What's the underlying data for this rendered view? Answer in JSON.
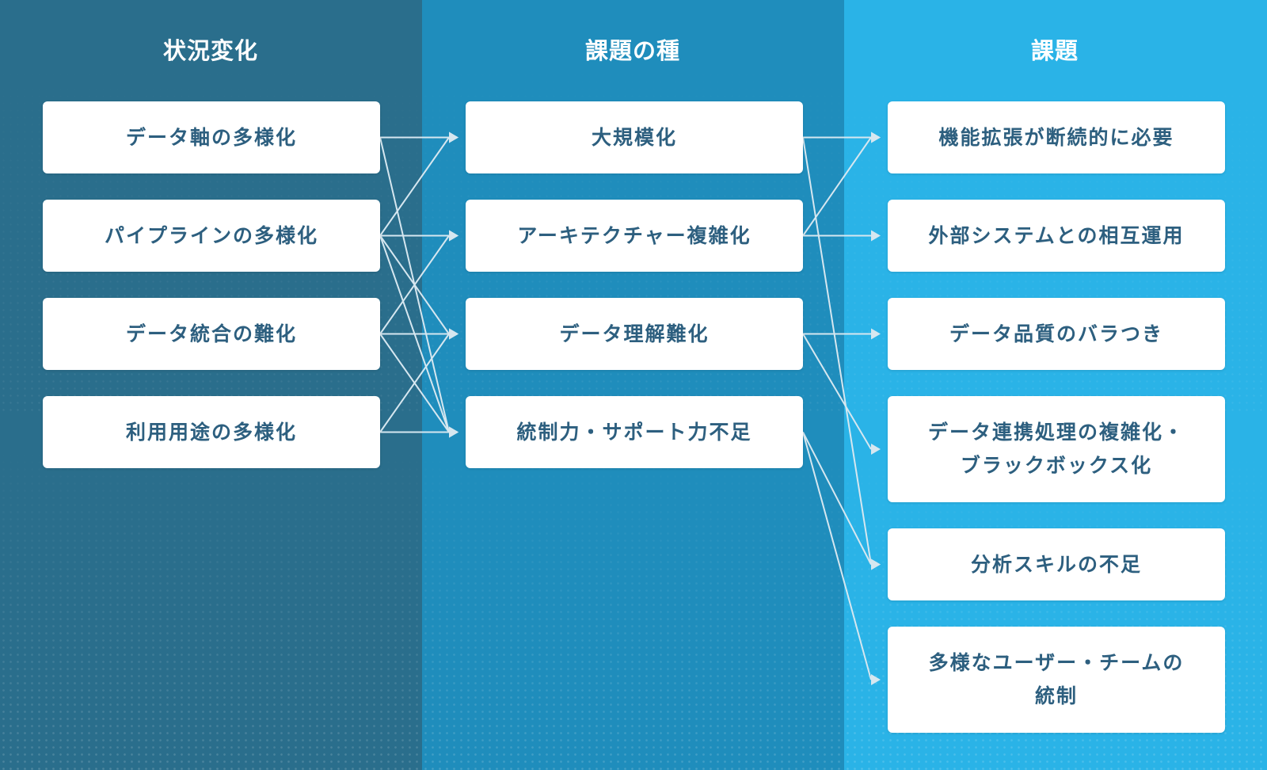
{
  "colors": {
    "column_1": "#2a6e8c",
    "column_2": "#1f8dbc",
    "column_3": "#2ab3e7",
    "card_text": "#2d5f7f",
    "connector": "#d6e7f0"
  },
  "columns": [
    {
      "title": "状況変化",
      "items": [
        "データ軸の多様化",
        "パイプラインの多様化",
        "データ統合の難化",
        "利用用途の多様化"
      ]
    },
    {
      "title": "課題の種",
      "items": [
        "大規模化",
        "アーキテクチャー複雑化",
        "データ理解難化",
        "統制力・サポート力不足"
      ]
    },
    {
      "title": "課題",
      "items": [
        "機能拡張が断続的に必要",
        "外部システムとの相互運用",
        "データ品質のバラつき",
        "データ連携処理の複雑化・\nブラックボックス化",
        "分析スキルの不足",
        "多様なユーザー・チームの\n統制"
      ]
    }
  ],
  "links_1_to_2": [
    [
      0,
      0
    ],
    [
      0,
      3
    ],
    [
      1,
      0
    ],
    [
      1,
      1
    ],
    [
      1,
      2
    ],
    [
      1,
      3
    ],
    [
      2,
      1
    ],
    [
      2,
      2
    ],
    [
      2,
      3
    ],
    [
      3,
      2
    ],
    [
      3,
      3
    ]
  ],
  "links_2_to_3": [
    [
      0,
      0
    ],
    [
      0,
      4
    ],
    [
      1,
      0
    ],
    [
      1,
      1
    ],
    [
      2,
      2
    ],
    [
      2,
      3
    ],
    [
      3,
      4
    ],
    [
      3,
      5
    ]
  ]
}
